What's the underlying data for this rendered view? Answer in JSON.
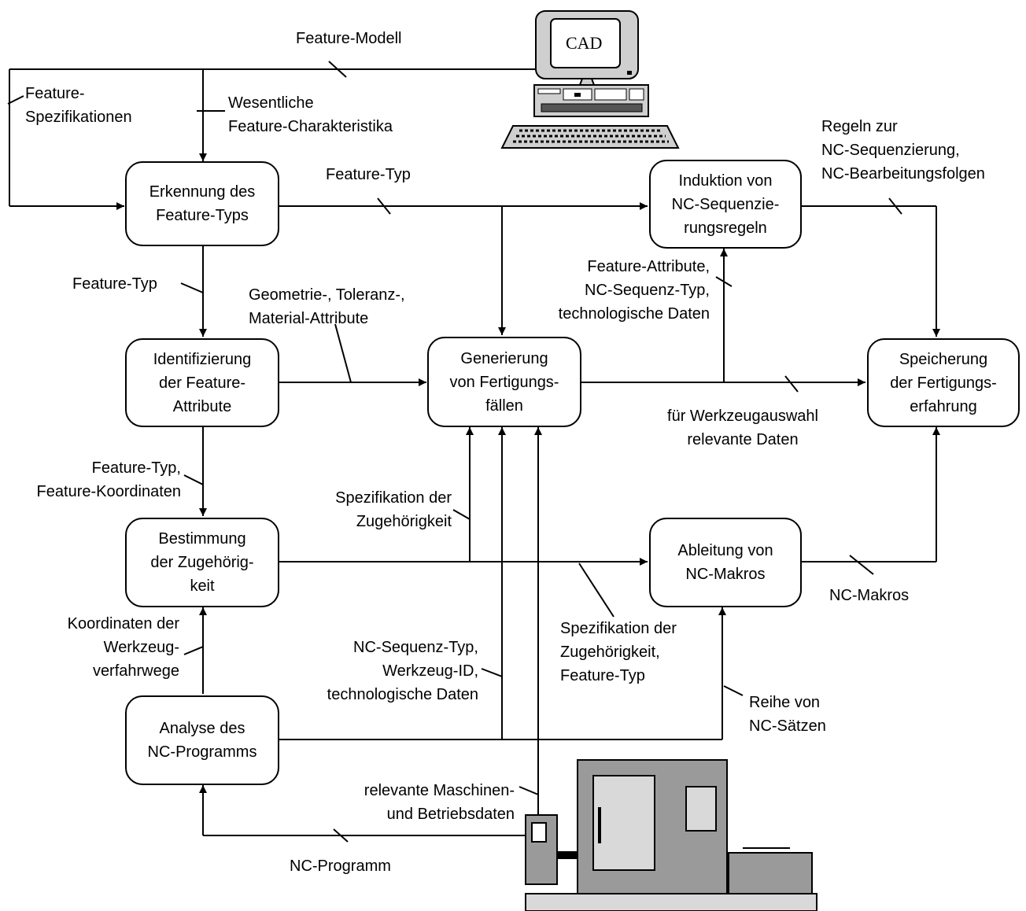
{
  "boxes": {
    "erkennung": "Erkennung des\nFeature-Typs",
    "identifizierung": "Identifizierung\nder Feature-\nAttribute",
    "bestimmung": "Bestimmung\nder Zugehörig-\nkeit",
    "analyse": "Analyse des\nNC-Programms",
    "generierung": "Generierung\nvon Fertigungs-\nfällen",
    "induktion": "Induktion von\nNC-Sequenzie-\nrungsregeln",
    "ableitung": "Ableitung von\nNC-Makros",
    "speicherung": "Speicherung\nder Fertigungs-\nerfahrung"
  },
  "labels": {
    "feature_modell": "Feature-Modell",
    "feature_spezifikationen": "Feature-\nSpezifikationen",
    "wesentliche": "Wesentliche\nFeature-Charakteristika",
    "feature_typ_top": "Feature-Typ",
    "regeln": "Regeln zur\nNC-Sequenzierung,\nNC-Bearbeitungsfolgen",
    "feature_typ_left": "Feature-Typ",
    "geometrie": "Geometrie-, Toleranz-,\nMaterial-Attribute",
    "feature_attribute": "Feature-Attribute,\nNC-Sequenz-Typ,\ntechnologische Daten",
    "werkzeugauswahl": "für Werkzeugauswahl\nrelevante Daten",
    "feature_koordinaten": "Feature-Typ,\nFeature-Koordinaten",
    "spez_zugehoerigkeit": "Spezifikation der\nZugehörigkeit",
    "nc_makros": "NC-Makros",
    "koordinaten_werkzeug": "Koordinaten der\nWerkzeug-\nverfahrwege",
    "spez_zugehoerigkeit_ft": "Spezifikation der\nZugehörigkeit,\nFeature-Typ",
    "nc_sequenz_typ": "NC-Sequenz-Typ,\nWerkzeug-ID,\ntechnologische Daten",
    "reihe_nc_saetze": "Reihe von\nNC-Sätzen",
    "maschinendaten": "relevante Maschinen-\nund Betriebsdaten",
    "nc_programm": "NC-Programm"
  },
  "cad_label": "CAD"
}
